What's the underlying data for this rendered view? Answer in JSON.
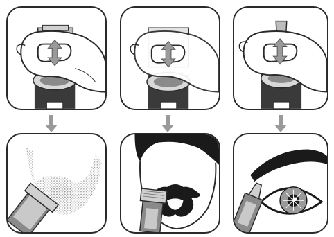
{
  "steps": [
    {
      "top_panel": "hand-sliding-wide-comb-attachment",
      "result": "beard-full-trim"
    },
    {
      "top_panel": "hand-sliding-medium-comb-attachment",
      "result": "mustache-and-goatee-trim"
    },
    {
      "top_panel": "hand-sliding-narrow-detail-attachment",
      "result": "eyebrow-detail-trim"
    }
  ],
  "icons": {
    "up-down-arrow": "up-down-arrow-icon",
    "down-arrow": "down-arrow-icon"
  },
  "colors": {
    "outline": "#2a2a2a",
    "arrow_fill": "#9a9a9a",
    "stubble": "#b5b5b5",
    "hair": "#1a1a1a",
    "metal": "#c9c9c9",
    "skin": "#ffffff"
  }
}
